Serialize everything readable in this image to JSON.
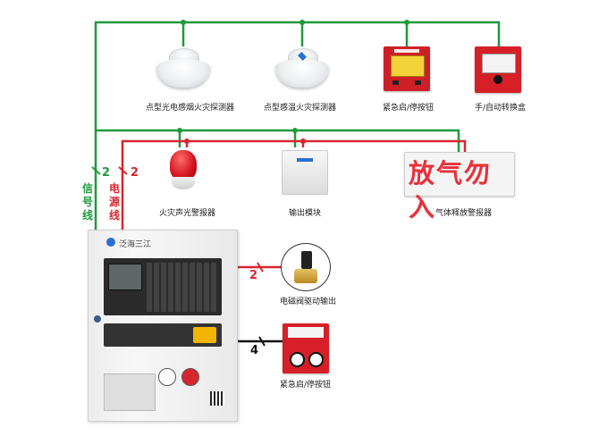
{
  "devices": {
    "smoke_detector": {
      "label": "点型光电感烟火灾探测器"
    },
    "heat_detector": {
      "label": "点型感温火灾探测器"
    },
    "emergency_start_stop_top": {
      "label": "紧急启/停按钮"
    },
    "manual_auto_switch": {
      "label": "手/自动转换盒"
    },
    "sound_light_alarm": {
      "label": "火灾声光警报器"
    },
    "output_module": {
      "label": "输出模块"
    },
    "gas_release_sign": {
      "label": "气体释放警报器",
      "text": "放气勿入"
    },
    "solenoid_valve": {
      "label": "电磁阀驱动输出"
    },
    "emergency_start_stop_bottom": {
      "label": "紧急启/停按钮"
    },
    "controller": {
      "brand": "泛海三江"
    }
  },
  "wires": {
    "signal": {
      "label": "信号线",
      "count": "2",
      "color": "#1f9a3c"
    },
    "power": {
      "label": "电源线",
      "count": "2",
      "color": "#d8262e"
    },
    "solenoid": {
      "count": "2",
      "color": "#d8262e"
    },
    "emergency": {
      "count": "4",
      "color": "#111111"
    }
  }
}
